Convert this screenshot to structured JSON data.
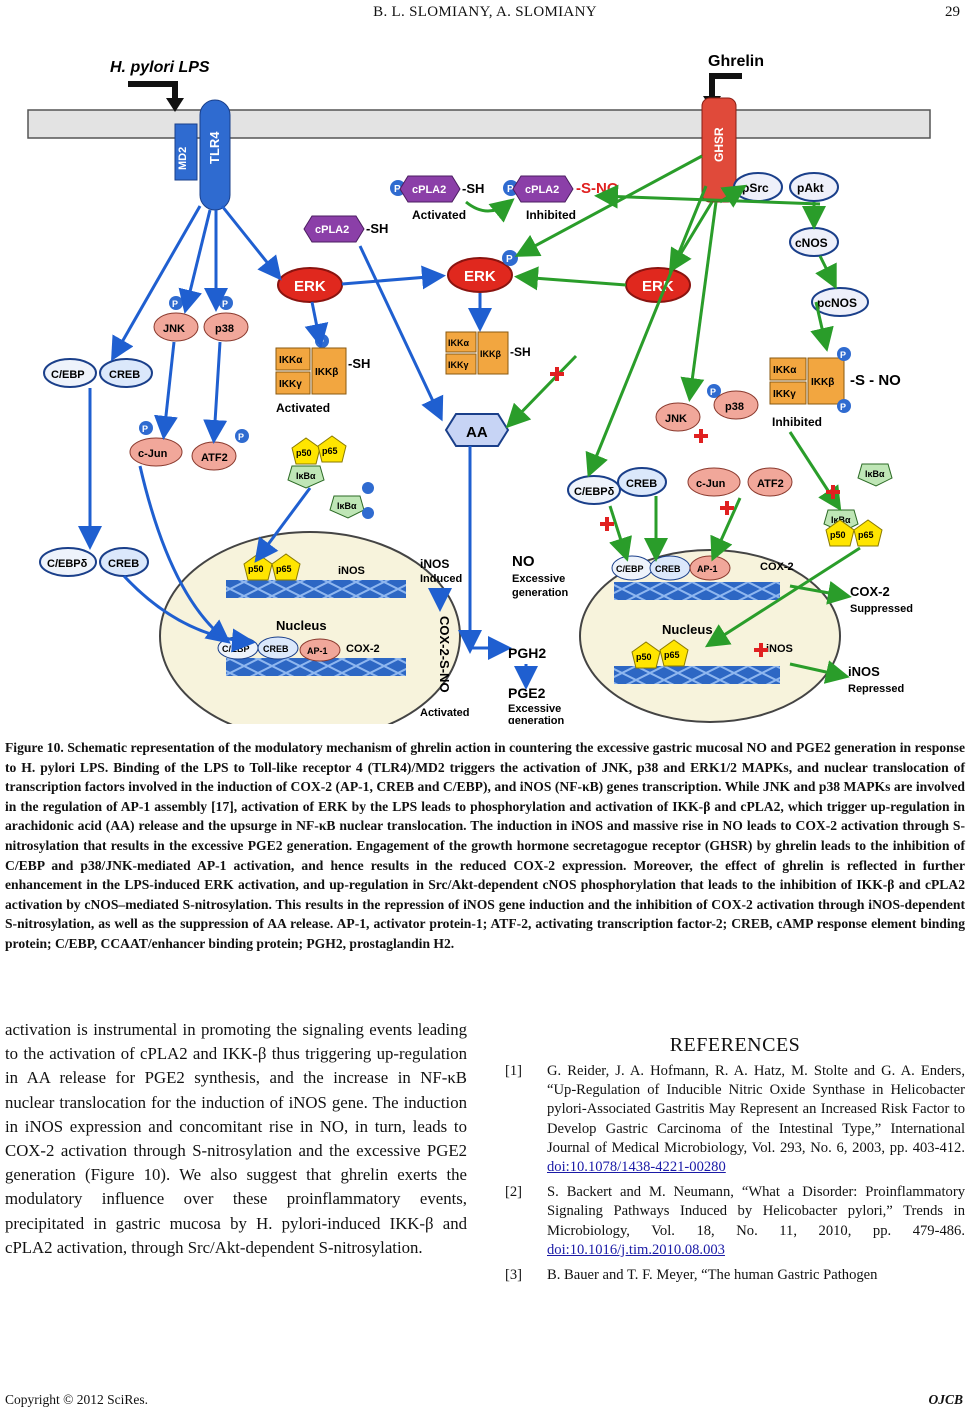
{
  "header": {
    "running_title": "B. L. SLOMIANY, A. SLOMIANY",
    "page_number": "29"
  },
  "figure": {
    "labels": {
      "lps": "H. pylori LPS",
      "ghrelin": "Ghrelin",
      "md2": "MD2",
      "tlr4": "TLR4",
      "ghsr": "GHSR",
      "p": "P",
      "cpla2": "cPLA2",
      "sh": "-SH",
      "sno": "-S-NO",
      "activated": "Activated",
      "inhibited": "Inhibited",
      "psrc": "pSrc",
      "pakt": "pAkt",
      "cnos": "cNOS",
      "pcnos": "pcNOS",
      "erk": "ERK",
      "jnk": "JNK",
      "p38": "p38",
      "cebp": "C/EBP",
      "creb": "CREB",
      "ikka": "IKKα",
      "ikkb": "IKKβ",
      "ikkg": "IKKγ",
      "s_no": "-S - NO",
      "aa": "AA",
      "cjun": "c-Jun",
      "atf2": "ATF2",
      "p50": "p50",
      "p65": "p65",
      "ikba": "IκBα",
      "cebpd": "C/EBPδ",
      "inos": "iNOS",
      "inos_induced": "Induced",
      "no": "NO",
      "no_excessive_1": "Excessive",
      "no_excessive_2": "generation",
      "cox2": "COX-2",
      "cox2_sno": "COX-2-S-NO",
      "nucleus": "Nucleus",
      "ap1": "AP-1",
      "pgh2": "PGH2",
      "pge2": "PGE2",
      "cox2_suppressed": "Suppressed",
      "inos_repressed": "Repressed",
      "nitroso": "NO"
    }
  },
  "caption": {
    "title": "Figure 10. Schematic representation of the modulatory mechanism of ghrelin action in countering the excessive gastric mucosal NO and PGE2 generation in response to H. pylori LPS.",
    "body": "Binding of the LPS to Toll-like receptor 4 (TLR4)/MD2 triggers the activation of JNK, p38 and ERK1/2 MAPKs, and nuclear translocation of transcription factors involved in the induction of COX-2 (AP-1, CREB and C/EBP), and iNOS (NF-κB) genes transcription. While JNK and p38 MAPKs are involved in the regulation of AP-1 assembly [17], activation of ERK by the LPS leads to phosphorylation and activation of IKK-β and cPLA2, which trigger up-regulation in arachidonic acid (AA) release and the upsurge in NF-κB nuclear translocation. The induction in iNOS and massive rise in NO leads to COX-2 activation through S-nitrosylation that results in the excessive PGE2 generation. Engagement of the growth hormone secretagogue receptor (GHSR) by ghrelin leads to the inhibition of C/EBP and p38/JNK-mediated AP-1 activation, and hence results in the reduced COX-2 expression. Moreover, the effect of ghrelin is reflected in further enhancement in the LPS-induced ERK activation, and up-regulation in Src/Akt-dependent cNOS phosphorylation that leads to the inhibition of IKK-β and cPLA2 activation by cNOS–mediated S-nitrosylation. This results in the repression of iNOS gene induction and the inhibition of COX-2 activation through iNOS-dependent S-nitrosylation, as well as the suppression of AA release. AP-1, activator protein-1; ATF-2, activating transcription factor-2; CREB, cAMP response element binding protein; C/EBP, CCAAT/enhancer binding protein; PGH2, prostaglandin H2."
  },
  "body_text": "activation is instrumental in promoting the signaling events leading to the activation of cPLA2 and IKK-β thus triggering up-regulation in AA release for PGE2 synthesis, and the increase in NF-κB nuclear translocation for the induction of iNOS gene. The induction in iNOS expression and concomitant rise in NO, in turn, leads to COX-2 activation through S-nitrosylation and the excessive PGE2 generation (Figure 10). We also suggest that ghrelin exerts the modulatory influence over these proinflammatory events, precipitated in gastric mucosa by H. pylori-induced IKK-β and cPLA2 activation, through Src/Akt-dependent S-nitrosylation.",
  "references": {
    "title": "REFERENCES",
    "items": [
      {
        "num": "[1]",
        "text": "G. Reider, J. A. Hofmann, R. A. Hatz, M. Stolte and G. A. Enders, “Up-Regulation of Inducible Nitric Oxide Synthase in Helicobacter pylori-Associated Gastritis May Represent an Increased Risk Factor to Develop Gastric Carcinoma of the Intestinal Type,” International Journal of Medical Microbiology, Vol. 293, No. 6, 2003, pp. 403-412.",
        "doi": "doi:10.1078/1438-4221-00280"
      },
      {
        "num": "[2]",
        "text": "S. Backert and M. Neumann, “What a Disorder: Proinflammatory Signaling Pathways Induced by Helicobacter pylori,” Trends in Microbiology, Vol. 18, No. 11, 2010, pp. 479-486.",
        "doi": "doi:10.1016/j.tim.2010.08.003"
      },
      {
        "num": "[3]",
        "text": "B. Bauer and T. F. Meyer, “The human Gastric Pathogen",
        "doi": ""
      }
    ]
  },
  "footer": {
    "copyright": "Copyright © 2012 SciRes.",
    "journal": "OJCB"
  }
}
